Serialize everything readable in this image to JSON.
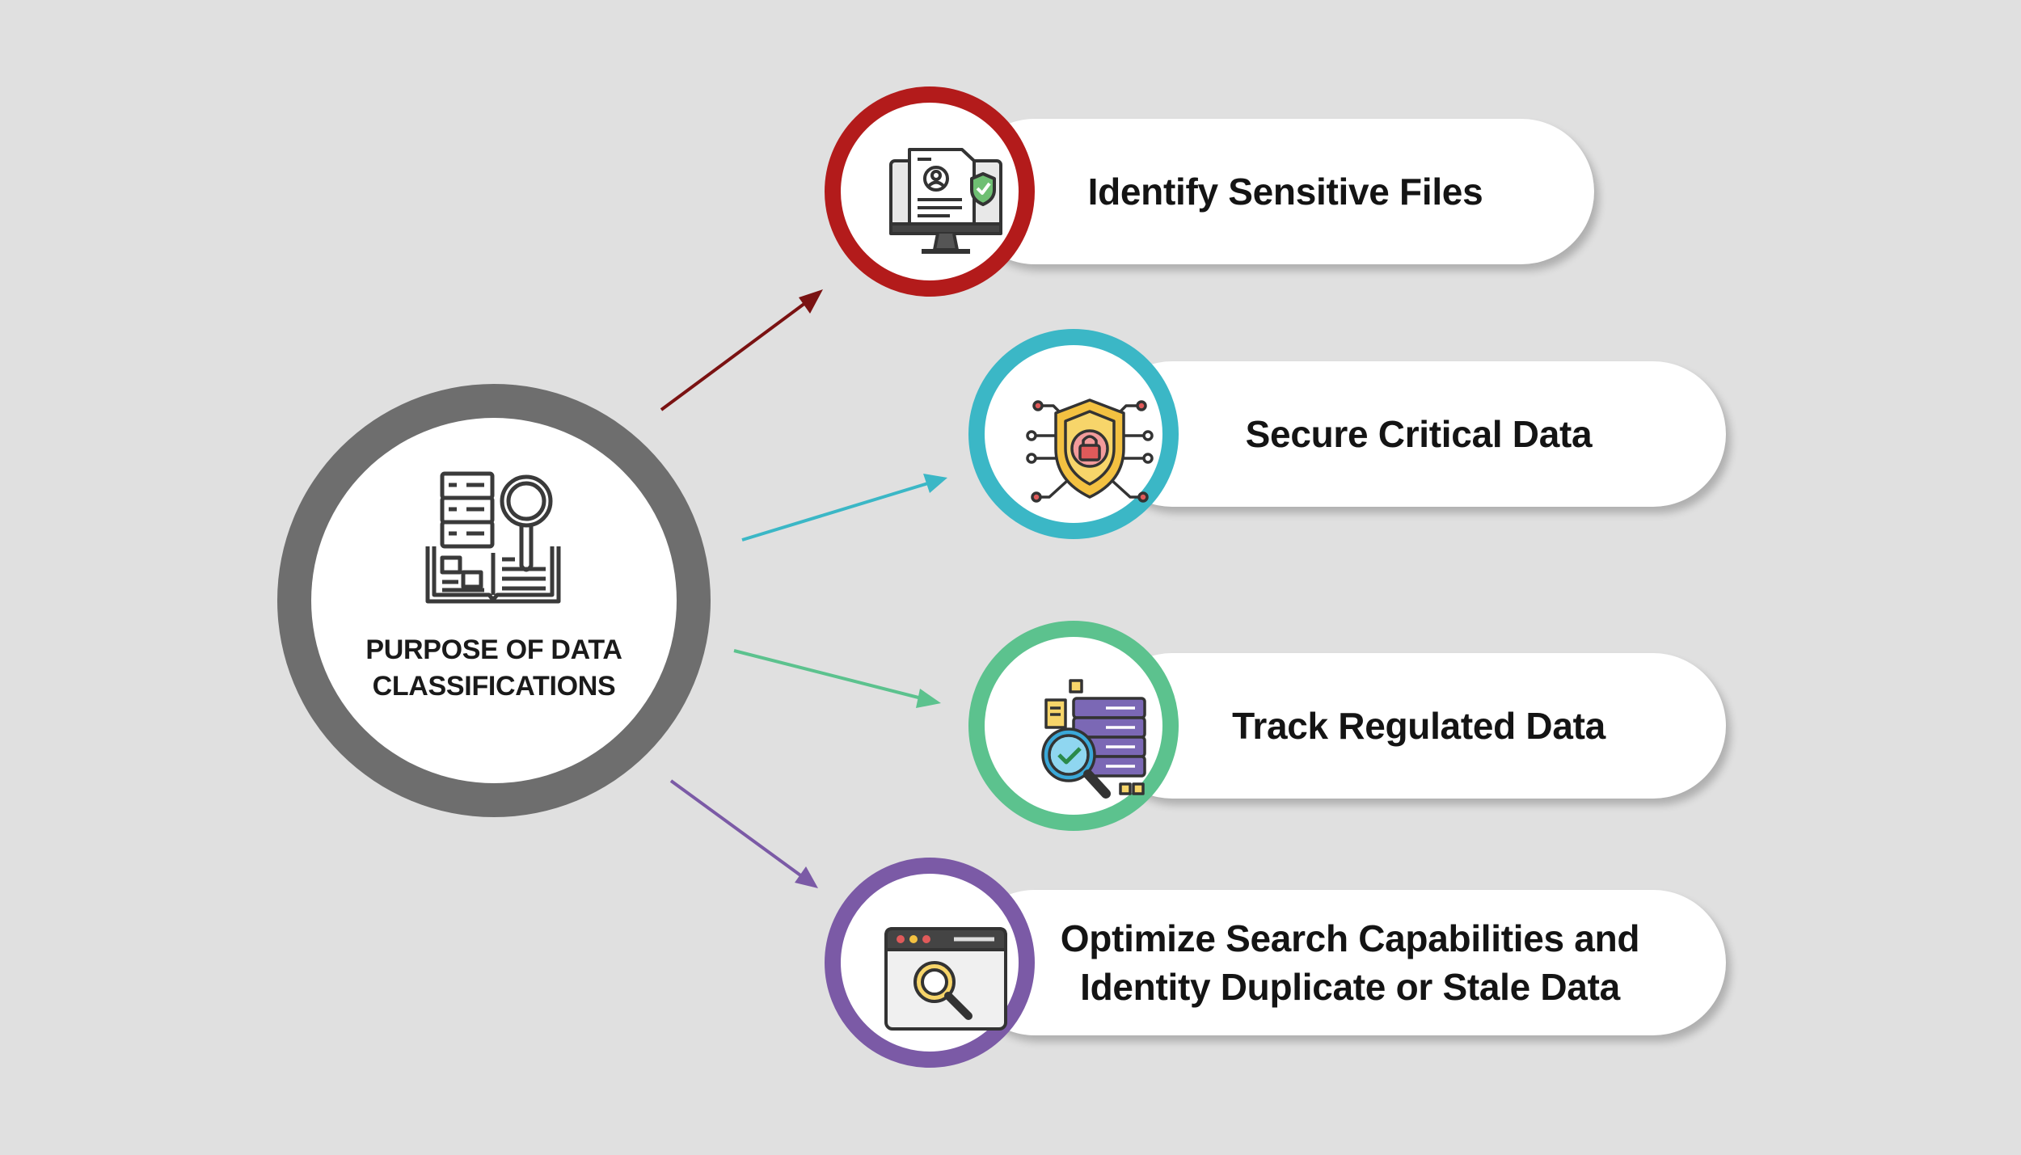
{
  "hub": {
    "title": "PURPOSE OF DATA CLASSIFICATIONS",
    "icon": "database-book-search-icon",
    "ring_color": "#6e6e6e"
  },
  "items": [
    {
      "label": "Identify Sensitive Files",
      "color": "#b31b1b",
      "arrow_color": "#7a1212",
      "icon": "monitor-document-shield-icon"
    },
    {
      "label": "Secure Critical Data",
      "color": "#3bb7c6",
      "arrow_color": "#3bb7c6",
      "icon": "circuit-shield-lock-icon"
    },
    {
      "label": "Track Regulated Data",
      "color": "#5cc28e",
      "arrow_color": "#5cc28e",
      "icon": "server-magnifier-check-icon"
    },
    {
      "label": "Optimize Search Capabilities and Identity Duplicate or Stale Data",
      "color": "#7b5aa6",
      "arrow_color": "#7b5aa6",
      "icon": "browser-search-icon"
    }
  ]
}
